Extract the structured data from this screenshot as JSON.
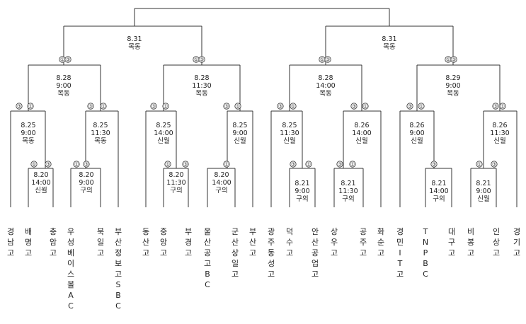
{
  "teams": [
    "경남고",
    "배명고",
    "충암고",
    "우성베이스볼AC",
    "북일고",
    "부산정보고SBC",
    "동산고",
    "중앙고",
    "부경고",
    "울산공고BC",
    "군산상일고",
    "부산고",
    "광주동성고",
    "덕수고",
    "안산공업고",
    "상우고",
    "공주고",
    "화순고",
    "경민IT고",
    "TNPBC",
    "대구고",
    "비봉고",
    "인상고",
    "경기고"
  ],
  "matches": [
    {
      "id": "r20_1",
      "lines": [
        "8.20",
        "14:00",
        "신월"
      ]
    },
    {
      "id": "r20_2",
      "lines": [
        "8.20",
        "9:00",
        "구의"
      ]
    },
    {
      "id": "r20_3",
      "lines": [
        "8.20",
        "11:30",
        "구의"
      ]
    },
    {
      "id": "r20_4",
      "lines": [
        "8.20",
        "14:00",
        "구의"
      ]
    },
    {
      "id": "r21_1",
      "lines": [
        "8.21",
        "9:00",
        "구의"
      ]
    },
    {
      "id": "r21_2",
      "lines": [
        "8.21",
        "11:30",
        "구의"
      ]
    },
    {
      "id": "r21_3",
      "lines": [
        "8.21",
        "14:00",
        "구의"
      ]
    },
    {
      "id": "r21_4",
      "lines": [
        "8.21",
        "9:00",
        "신월"
      ]
    },
    {
      "id": "r2_1",
      "lines": [
        "8.25",
        "9:00",
        "목동"
      ]
    },
    {
      "id": "r2_2",
      "lines": [
        "8.25",
        "11:30",
        "목동"
      ]
    },
    {
      "id": "r2_3",
      "lines": [
        "8.25",
        "14:00",
        "신월"
      ]
    },
    {
      "id": "r2_4",
      "lines": [
        "8.25",
        "9:00",
        "신월"
      ]
    },
    {
      "id": "r2_5",
      "lines": [
        "8.25",
        "11:30",
        "신월"
      ]
    },
    {
      "id": "r2_6",
      "lines": [
        "8.26",
        "14:00",
        "신월"
      ]
    },
    {
      "id": "r2_7",
      "lines": [
        "8.26",
        "9:00",
        "신월"
      ]
    },
    {
      "id": "r2_8",
      "lines": [
        "8.26",
        "11:30",
        "신월"
      ]
    },
    {
      "id": "qf_1",
      "lines": [
        "8.28",
        "9:00",
        "목동"
      ]
    },
    {
      "id": "qf_2",
      "lines": [
        "8.28",
        "11:30",
        "목동"
      ]
    },
    {
      "id": "qf_3",
      "lines": [
        "8.28",
        "14:00",
        "목동"
      ]
    },
    {
      "id": "qf_4",
      "lines": [
        "8.29",
        "9:00",
        "목동"
      ]
    },
    {
      "id": "sf_1",
      "lines": [
        "8.31",
        "목동"
      ]
    },
    {
      "id": "sf_2",
      "lines": [
        "8.31",
        "목동"
      ]
    }
  ],
  "markers": {
    "first_base": "①",
    "third_base": "③"
  }
}
